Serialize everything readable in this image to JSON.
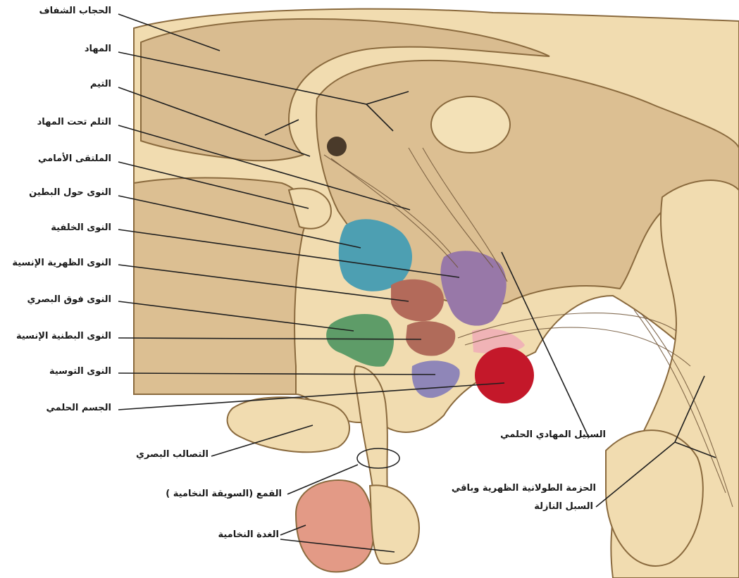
{
  "labels": {
    "septum_pellucidum": "الحجاب الشفاف",
    "fornix": "المهاد",
    "thalamus": "التيم",
    "hypothalamic_sulcus": "التلم تحت المهاد",
    "anterior_commissure": "الملتقى الأمامي",
    "paraventricular_nucleus": "النوى حول البطين",
    "posterior_nucleus": "النوى الخلفية",
    "dorsomedial_nucleus": "النوى الظهرية الإنسية",
    "supraoptic_nucleus": "النوى فوق البصري",
    "ventromedial_nucleus": "النوى البطنية الإنسية",
    "infundibular_nucleus": "النوى التوسية",
    "mammillary_body": "الجسم الحلمي",
    "optic_chiasm": "التصالب البصري",
    "infundibulum": "القمع (السويقة النخامية )",
    "pituitary_gland": "الغدة النخامية",
    "mammillothalamic_tract": "السبيل المهادي الحلمي",
    "dorsal_longitudinal_fasciculus_line1": "الحزمة الطولانية الظهرية وباقي",
    "dorsal_longitudinal_fasciculus_line2": "السبل النازلة"
  },
  "colors": {
    "tissue": "#f1dcb0",
    "tissue_dark": "#d7b98a",
    "background_area": "#ffffff",
    "paraventricular": "#4d9fb2",
    "posterior": "#9878a8",
    "dorsomedial": "#b36a5a",
    "supraoptic": "#5e9c68",
    "ventromedial": "#b06b5a",
    "infundibular": "#8f86b8",
    "mammillary": "#c4182a",
    "pituitary": "#e39a86"
  }
}
